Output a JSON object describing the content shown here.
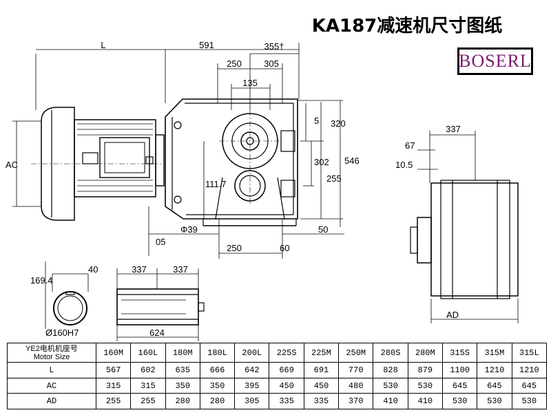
{
  "title": "KA187减速机尺寸图纸",
  "brand": "BOSERL",
  "dimensions": {
    "L": "L",
    "d591": "591",
    "d355": "355†",
    "d305": "305",
    "d250top": "250",
    "d135": "135",
    "d5": "5",
    "d320": "320",
    "d546": "546",
    "d302": "302",
    "d255": "255",
    "d111": "111.7",
    "d39": "Φ39",
    "d50": "50",
    "d05": "05",
    "d250bot": "250",
    "d60": "60",
    "AC": "AC",
    "d337a": "337",
    "d67": "67",
    "d105": "10.5",
    "AD": "AD",
    "d1694": "169.4",
    "d40": "40",
    "d160": "Ø160H7",
    "d337b": "337",
    "d337c": "337",
    "d624": "624"
  },
  "table": {
    "header_cn": "YE2电机机座号",
    "header_en": "Motor Size",
    "row_labels": [
      "L",
      "AC",
      "AD"
    ],
    "sizes": [
      "160M",
      "160L",
      "180M",
      "180L",
      "200L",
      "225S",
      "225M",
      "250M",
      "280S",
      "280M",
      "315S",
      "315M",
      "315L"
    ],
    "L": [
      "567",
      "602",
      "635",
      "666",
      "642",
      "669",
      "691",
      "770",
      "828",
      "879",
      "1100",
      "1210",
      "1210"
    ],
    "AC": [
      "315",
      "315",
      "350",
      "350",
      "395",
      "450",
      "450",
      "480",
      "530",
      "530",
      "645",
      "645",
      "645"
    ],
    "AD": [
      "255",
      "255",
      "280",
      "280",
      "305",
      "335",
      "335",
      "370",
      "410",
      "410",
      "530",
      "530",
      "530"
    ]
  }
}
